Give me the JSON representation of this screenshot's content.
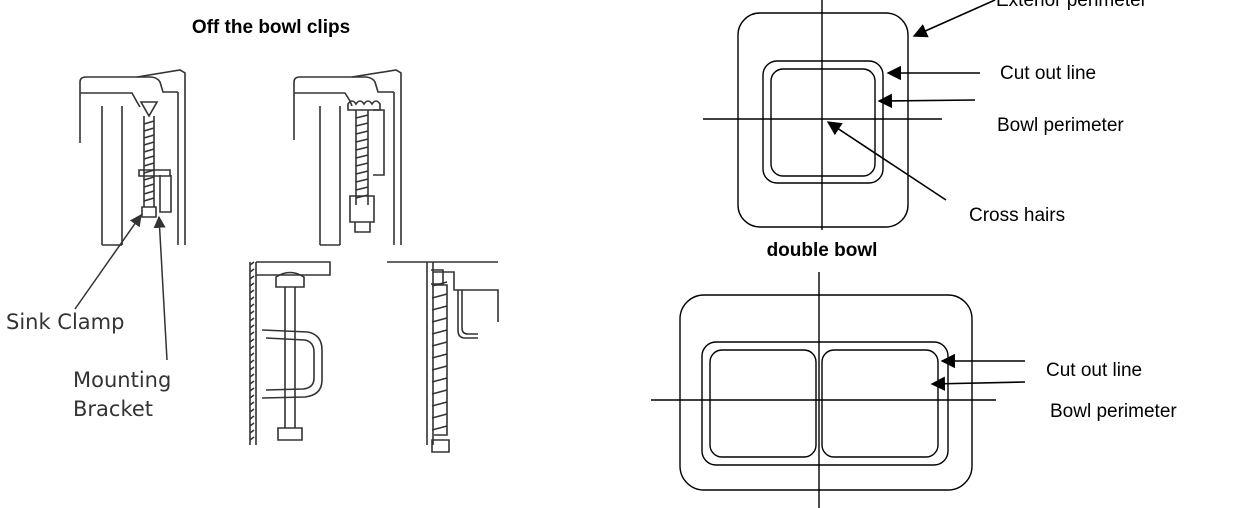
{
  "left_panel": {
    "title": "Off the bowl clips",
    "labels": {
      "sink_clamp": "Sink Clamp",
      "mounting_line1": "Mounting",
      "mounting_line2": "Bracket"
    }
  },
  "single_bowl": {
    "labels": {
      "exterior_perimeter": "Exterior perimeter",
      "cut_out_line": "Cut out line",
      "bowl_perimeter": "Bowl perimeter",
      "cross_hairs": "Cross hairs"
    }
  },
  "double_bowl": {
    "title": "double bowl",
    "labels": {
      "cut_out_line": "Cut out line",
      "bowl_perimeter": "Bowl perimeter"
    }
  },
  "colors": {
    "ink": "#000000",
    "drawing_gray": "#333333",
    "background": "#ffffff"
  }
}
